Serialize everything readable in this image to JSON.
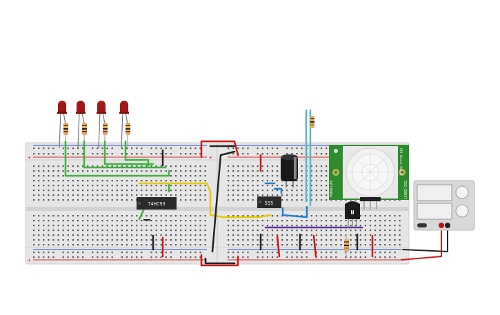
{
  "chips": {
    "counter_label": "74HC93",
    "timer_label": "555",
    "transistor_label": "N"
  },
  "pir_sensor": {
    "left_text": "PARALLAX",
    "right_text": "555-28027",
    "side_text": "PIR Sensor Rev B"
  },
  "led_count": 4,
  "colors": {
    "board": "#e6e6e6",
    "rail_red": "#e02020",
    "rail_blue": "#2050d0",
    "led": "#a01818",
    "wire_green": "#3cb43c",
    "wire_yellow": "#e6c800",
    "wire_blue": "#2080d0",
    "wire_teal": "#5ab4c8",
    "wire_purple": "#6030a0",
    "wire_red": "#d01818",
    "wire_black": "#222222",
    "pir_green": "#2e8b2e",
    "chip": "#2a2a2a",
    "supply_body": "#d8d8d8"
  }
}
